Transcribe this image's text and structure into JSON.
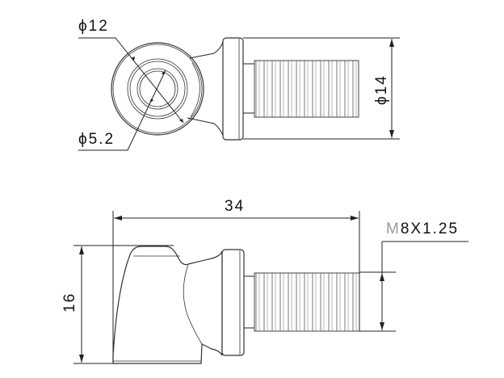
{
  "top_view": {
    "outer_diameter_label": "ϕ12",
    "inner_diameter_label": "ϕ5.2",
    "flange_diameter_label": "ϕ14"
  },
  "side_view": {
    "length_label": "34",
    "height_label": "16",
    "thread_spec_prefix": "M",
    "thread_spec": "8X1.25"
  }
}
